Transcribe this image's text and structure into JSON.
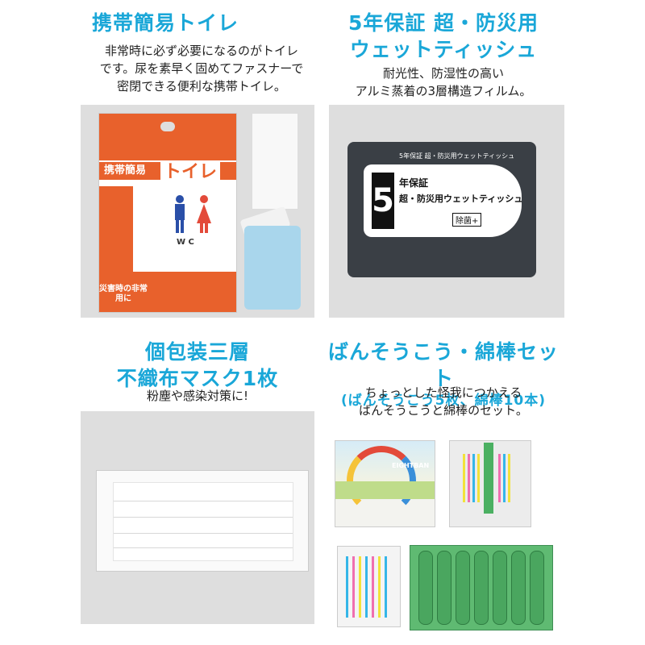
{
  "sections": [
    {
      "title_lines": [
        "携帯簡易トイレ"
      ],
      "desc_lines": [
        "非常時に必ず必要になるのがトイレ",
        "です。尿を素早く固めてファスナーで",
        "密閉できる便利な携帯トイレ。"
      ]
    },
    {
      "title_lines": [
        "5年保証 超・防災用",
        "ウェットティッシュ"
      ],
      "desc_lines": [
        "耐光性、防湿性の高い",
        "アルミ蒸着の3層構造フィルム。"
      ]
    },
    {
      "title_lines": [
        "個包装三層",
        "不織布マスク1枚"
      ],
      "desc_lines": [
        "粉塵や感染対策に!"
      ]
    },
    {
      "title_lines": [
        "ばんそうこう・綿棒セット",
        "(ばんそうこう5枚、綿棒10本)"
      ],
      "desc_lines": [
        "ちょっとした怪我につかえる",
        "ばんそうこうと綿棒のセット。"
      ]
    }
  ],
  "products": {
    "toilet": {
      "banner": "携帯簡易",
      "main": "トイレ",
      "wc": "W C",
      "caption": "災害時の非常用に"
    },
    "wet": {
      "top": "5年保証 超・防災用ウェットティッシュ",
      "num": "5",
      "t1": "年保証",
      "t2": "超・防災用ウェットティッシュ",
      "badge": "除菌+"
    },
    "bandage": {
      "brand": "EIGHTBAN"
    }
  },
  "colors": {
    "title": "#1aa7d8",
    "panel": "#dedede",
    "toilet_orange": "#e8612c",
    "bandage_green": "#5fba72"
  }
}
